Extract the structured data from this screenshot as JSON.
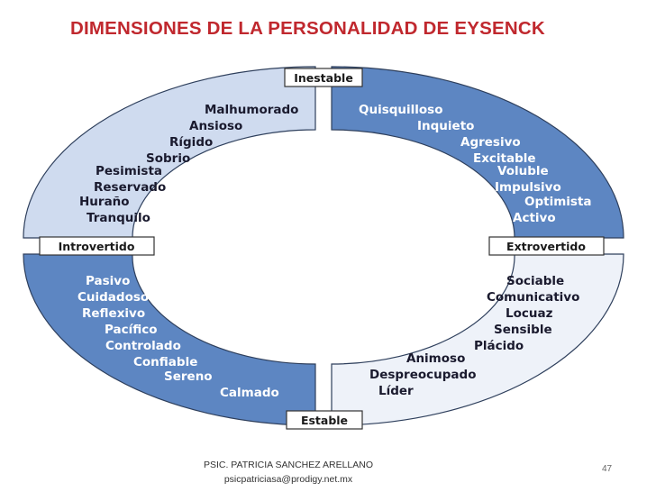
{
  "title": "DIMENSIONES DE LA PERSONALIDAD DE EYSENCK",
  "colors": {
    "title_red": "#c0282e",
    "quadrant_light": "#cfdbef",
    "quadrant_dark": "#5d86c2",
    "quadrant_very_light": "#eef2f9",
    "text_dark": "#1a1a2e",
    "text_white": "#ffffff"
  },
  "axes": {
    "top": "Inestable",
    "bottom": "Estable",
    "left": "Introvertido",
    "right": "Extrovertido"
  },
  "quadrants": {
    "top_left": [
      "Malhumorado",
      "Ansioso",
      "Rígido",
      "Sobrio",
      "Pesimista",
      "Reservado",
      "Huraño",
      "Tranquilo"
    ],
    "top_right": [
      "Quisquilloso",
      "Inquieto",
      "Agresivo",
      "Excitable",
      "Voluble",
      "Impulsivo",
      "Optimista",
      "Activo"
    ],
    "bottom_left": [
      "Pasivo",
      "Cuidadoso",
      "Reflexivo",
      "Pacífico",
      "Controlado",
      "Confiable",
      "Sereno",
      "Calmado"
    ],
    "bottom_right": [
      "Sociable",
      "Comunicativo",
      "Locuaz",
      "Sensible",
      "Plácido",
      "Animoso",
      "Despreocupado",
      "Líder"
    ]
  },
  "footer": {
    "line1": "PSIC. PATRICIA SANCHEZ ARELLANO",
    "line2": "psicpatriciasa@prodigy.net.mx"
  },
  "page_number": "47"
}
